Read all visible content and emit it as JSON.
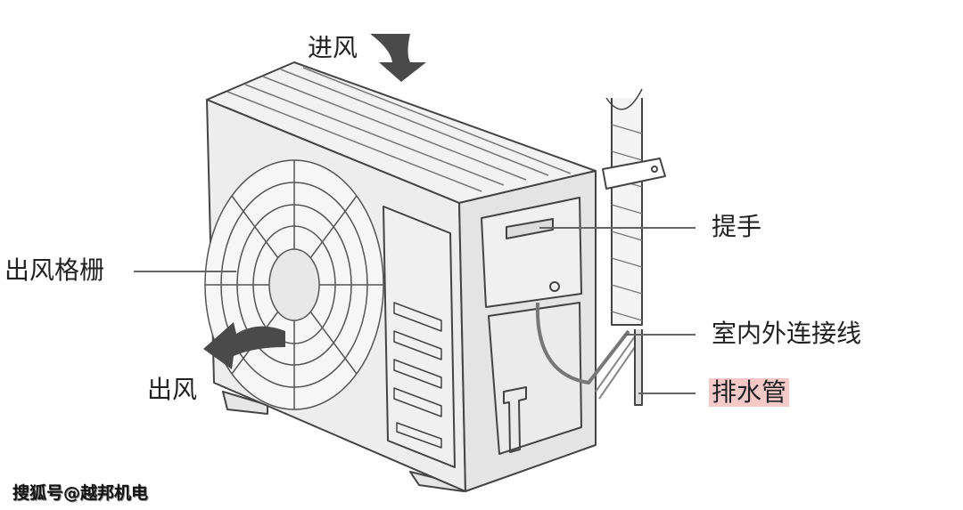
{
  "labels": {
    "air_in": "进风",
    "outlet_grille": "出风格栅",
    "air_out": "出风",
    "handle": "提手",
    "connection_wire": "室内外连接线",
    "drain_pipe": "排水管"
  },
  "watermark": "搜狐号@越邦机电",
  "colors": {
    "highlight": "#f6c9c9",
    "line": "#555555",
    "arrow": "#4a4a4a"
  }
}
